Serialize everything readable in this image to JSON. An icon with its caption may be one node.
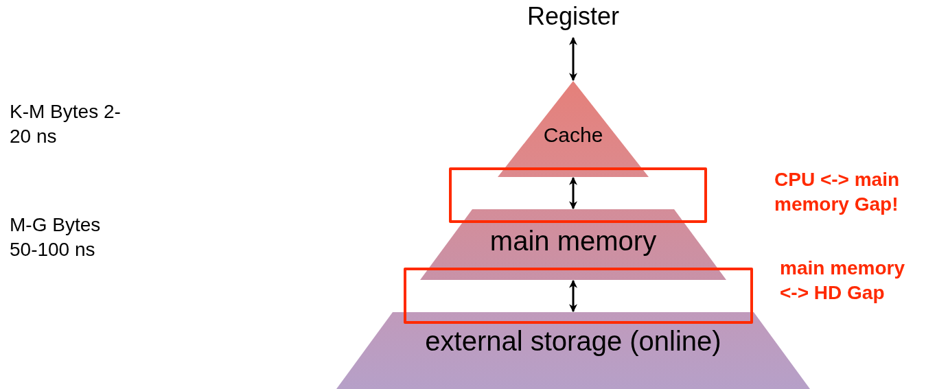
{
  "diagram": {
    "nodes": [
      {
        "text": [
          "Register"
        ]
      },
      {
        "text": [
          "Cache"
        ]
      },
      {
        "text": [
          "main memory"
        ]
      },
      {
        "text": [
          "external storage (online)"
        ]
      }
    ],
    "edges": [
      {
        "from": 0,
        "to": 1,
        "arrow": "both"
      },
      {
        "from": 1,
        "to": 2,
        "arrow": "both"
      },
      {
        "from": 2,
        "to": 3,
        "arrow": "both"
      }
    ],
    "labels": [
      "K-M Bytes 2-20 ns",
      "CPU <-> main memory Gap!",
      "M-G Bytes 50-100 ns",
      "main memory <-> HD Gap"
    ]
  }
}
